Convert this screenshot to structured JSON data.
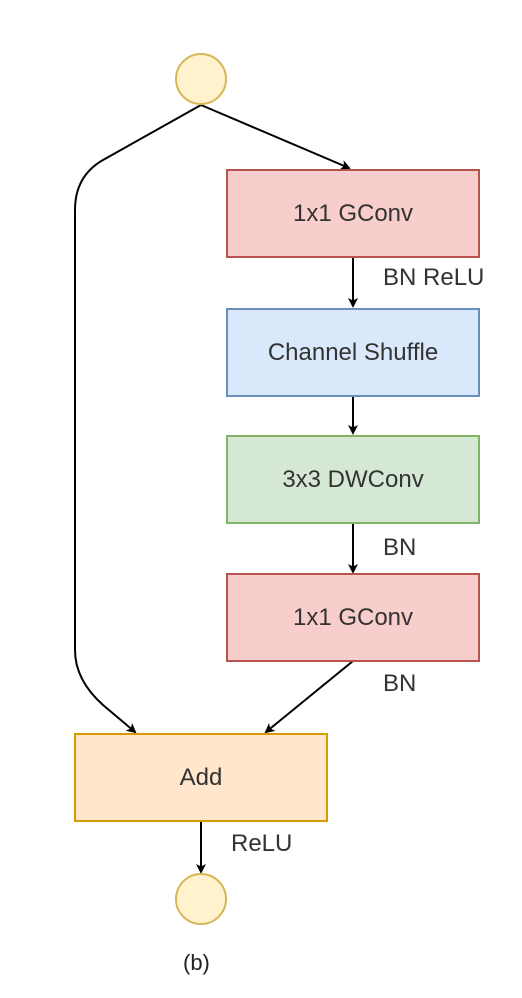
{
  "diagram": {
    "boxes": {
      "gconv_top": "1x1 GConv",
      "channel_shuffle": "Channel Shuffle",
      "dwconv": "3x3 DWConv",
      "gconv_bottom": "1x1 GConv",
      "add": "Add"
    },
    "edge_labels": {
      "after_gconv_top": "BN ReLU",
      "after_dwconv": "BN",
      "after_gconv_bottom": "BN",
      "after_add": "ReLU"
    },
    "caption": "(b)"
  },
  "colors": {
    "node_fill": "#fff2cc",
    "node_stroke": "#d6b656",
    "red_fill": "#f8cecc",
    "red_stroke": "#b85450",
    "blue_fill": "#dae8fc",
    "blue_stroke": "#6c8ebf",
    "green_fill": "#d5e8d4",
    "green_stroke": "#82b366",
    "orange_fill": "#ffe6cc",
    "orange_stroke": "#d79b00",
    "arrow": "#000000"
  }
}
